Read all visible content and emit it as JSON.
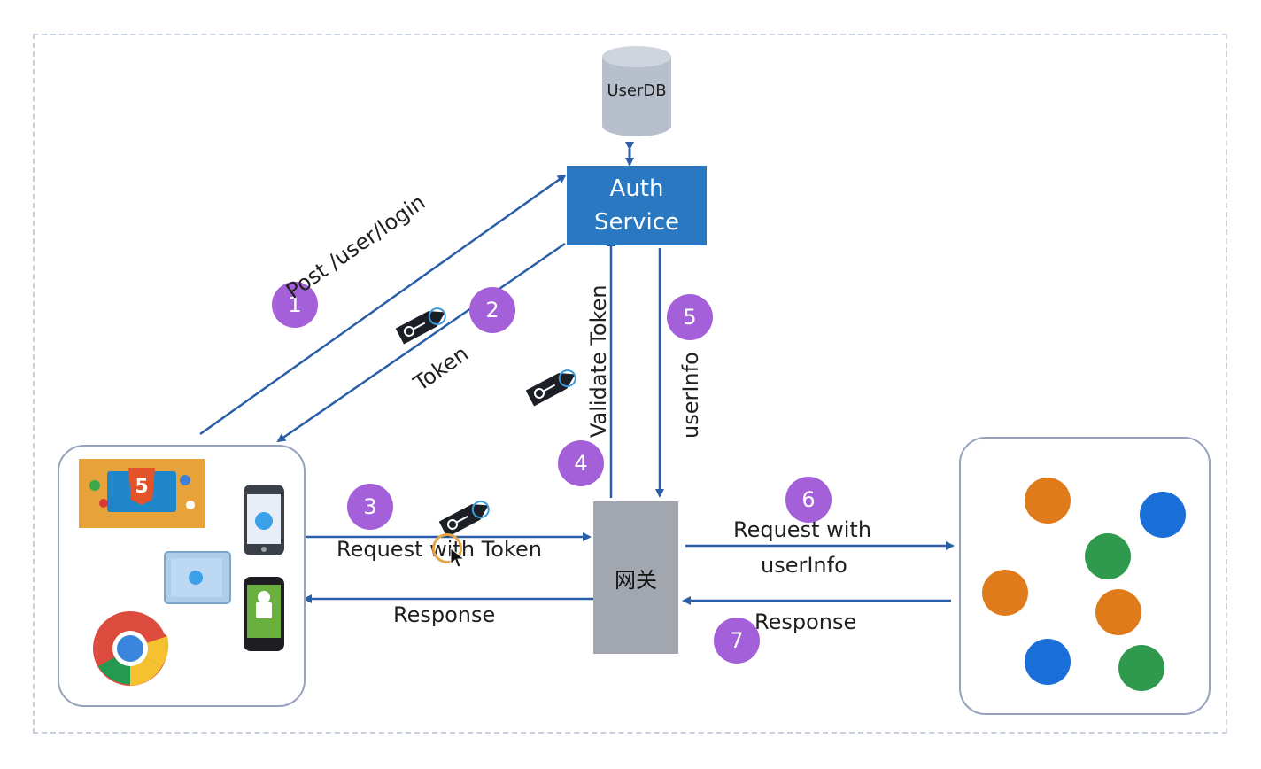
{
  "nodes": {
    "userdb": "UserDB",
    "auth_line1": "Auth",
    "auth_line2": "Service",
    "gateway": "网关"
  },
  "steps": {
    "s1": "1",
    "s2": "2",
    "s3": "3",
    "s4": "4",
    "s5": "5",
    "s6": "6",
    "s7": "7"
  },
  "labels": {
    "post_login": "Post /user/login",
    "token": "Token",
    "validate_token": "Validate Token",
    "userinfo": "userInfo",
    "request_with_token": "Request with Token",
    "response_left": "Response",
    "request_with_userinfo_l1": "Request with",
    "request_with_userinfo_l2": "userInfo",
    "response_right": "Response"
  },
  "colors": {
    "arrow": "#2a5fa8",
    "auth": "#2a78c2",
    "gateway": "#a2a6ae",
    "step": "#a460d8",
    "orange": "#e07b1c",
    "blue": "#1a6fd8",
    "green": "#2f9a4e"
  }
}
